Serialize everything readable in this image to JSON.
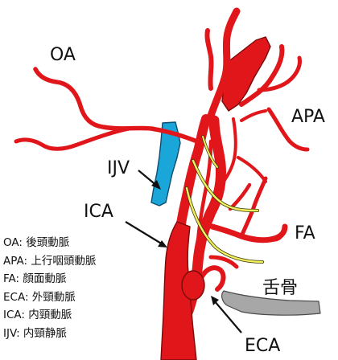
{
  "labels": {
    "oa": "OA",
    "apa": "APA",
    "ijv": "IJV",
    "ica": "ICA",
    "fa": "FA",
    "hyoid": "舌骨",
    "eca": "ECA"
  },
  "legend": [
    "OA: 後頭動脈",
    "APA: 上行咽頭動脈",
    "FA: 顔面動脈",
    "ECA: 外頸動脈",
    "ICA: 内頸動脈",
    "IJV: 内頸静脈"
  ],
  "colors": {
    "artery": "#e0161a",
    "artery_outline": "#7a0a0a",
    "vein": "#1aa6d8",
    "nerve": "#f2f05a",
    "bone": "#a7a7a7",
    "text": "#111111"
  }
}
